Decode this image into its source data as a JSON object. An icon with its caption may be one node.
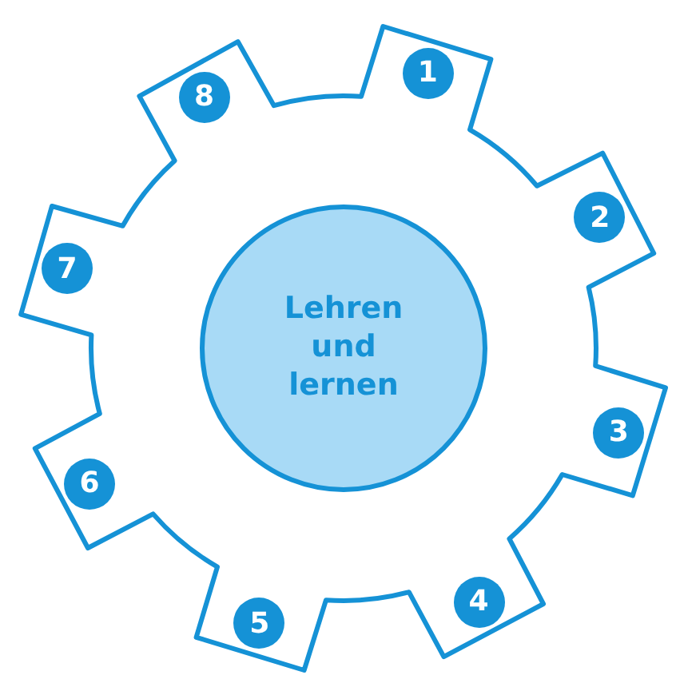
{
  "diagram": {
    "nodes": [
      {
        "text": [
          "Lehren und lernen"
        ]
      },
      {
        "text": [
          "1"
        ]
      },
      {
        "text": [
          "2"
        ]
      },
      {
        "text": [
          "3"
        ]
      },
      {
        "text": [
          "4"
        ]
      },
      {
        "text": [
          "5"
        ]
      },
      {
        "text": [
          "6"
        ]
      },
      {
        "text": [
          "7"
        ]
      },
      {
        "text": [
          "8"
        ]
      }
    ]
  }
}
